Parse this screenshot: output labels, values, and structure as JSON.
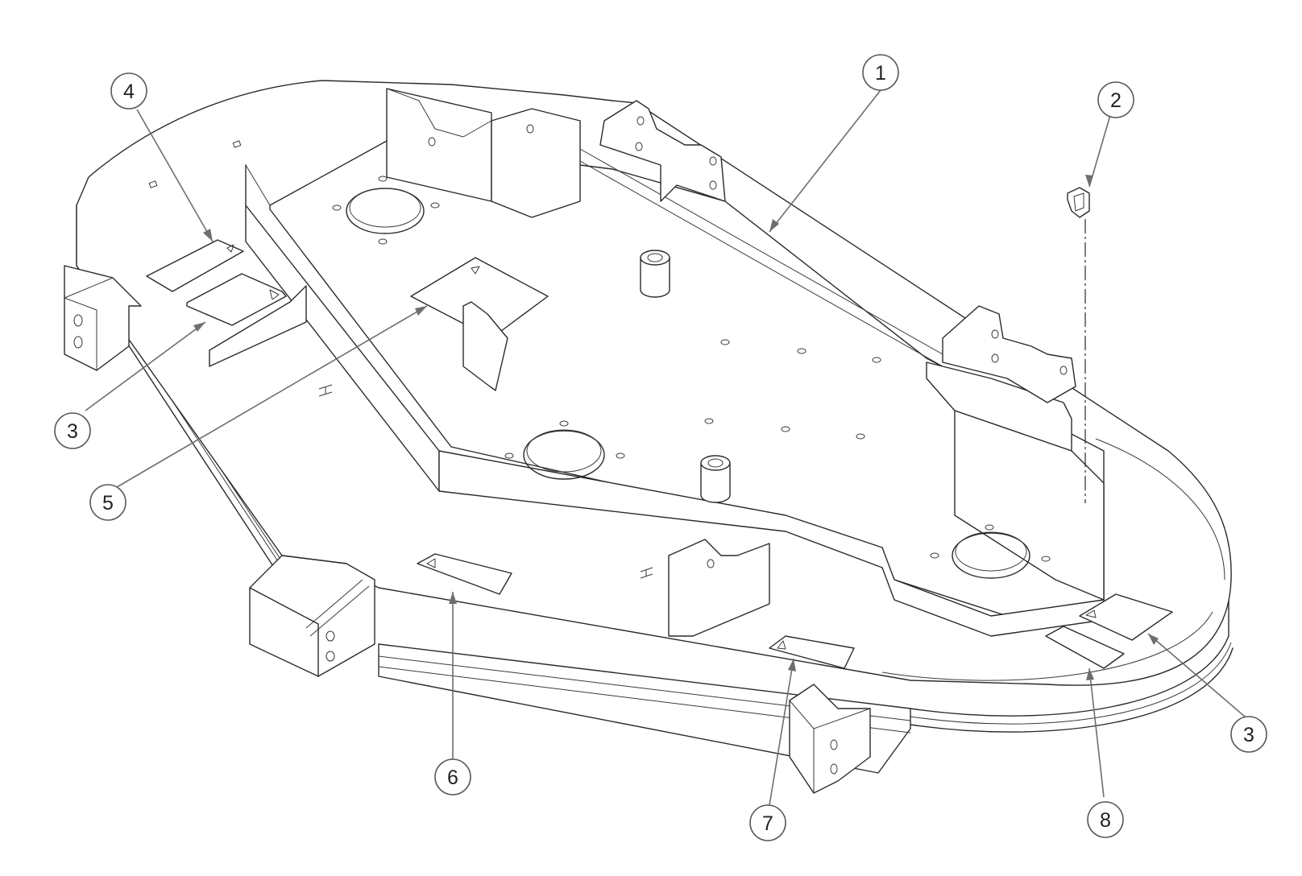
{
  "callouts": [
    {
      "id": "c1",
      "label": "1"
    },
    {
      "id": "c2",
      "label": "2"
    },
    {
      "id": "c3a",
      "label": "3"
    },
    {
      "id": "c3b",
      "label": "3"
    },
    {
      "id": "c4",
      "label": "4"
    },
    {
      "id": "c5",
      "label": "5"
    },
    {
      "id": "c6",
      "label": "6"
    },
    {
      "id": "c7",
      "label": "7"
    },
    {
      "id": "c8",
      "label": "8"
    }
  ],
  "colors": {
    "line": "#2a2a2a",
    "leader": "#6e6e6e",
    "background": "#ffffff"
  }
}
